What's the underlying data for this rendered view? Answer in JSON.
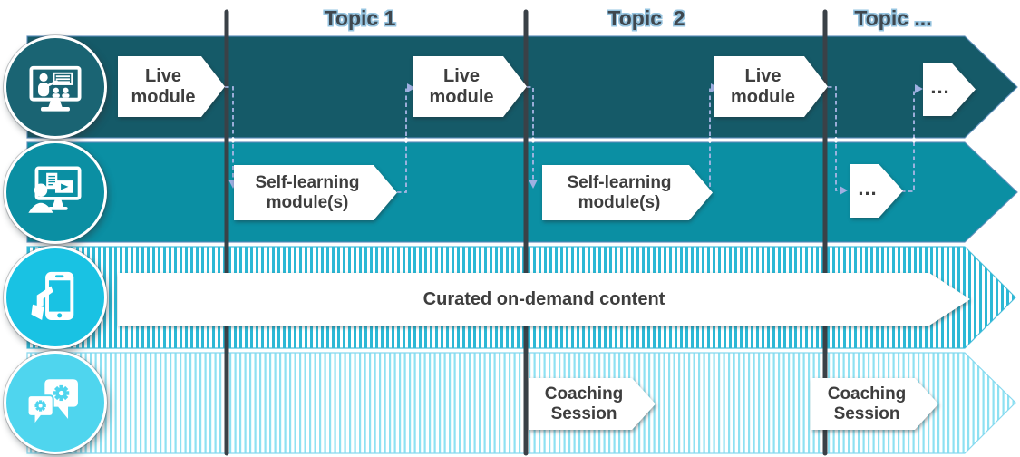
{
  "topics": [
    "Topic 1",
    "Topic  2",
    "Topic ..."
  ],
  "rows": {
    "live": {
      "icon": "virtual-classroom-icon",
      "modules": [
        "Live module",
        "Live module",
        "Live module",
        "..."
      ]
    },
    "self_learning": {
      "icon": "self-learning-icon",
      "modules": [
        "Self-learning module(s)",
        "Self-learning module(s)",
        "..."
      ]
    },
    "on_demand": {
      "icon": "mobile-device-icon",
      "banner": "Curated on-demand content"
    },
    "coaching": {
      "icon": "coaching-bubbles-icon",
      "modules": [
        "Coaching Session",
        "Coaching Session"
      ]
    }
  },
  "colors": {
    "live_band": "#155A68",
    "self_learning_band": "#0B8FA3",
    "on_demand_stripe": "#2CB8D5",
    "coaching_stripe": "#8EE1F2",
    "on_demand_circle": "#19C2E3",
    "coaching_circle": "#4FD5EE",
    "divider": "#3A4147",
    "connector": "#A9B6E4",
    "module_text": "#3E3E3E",
    "topic_text": "#3F474E"
  }
}
